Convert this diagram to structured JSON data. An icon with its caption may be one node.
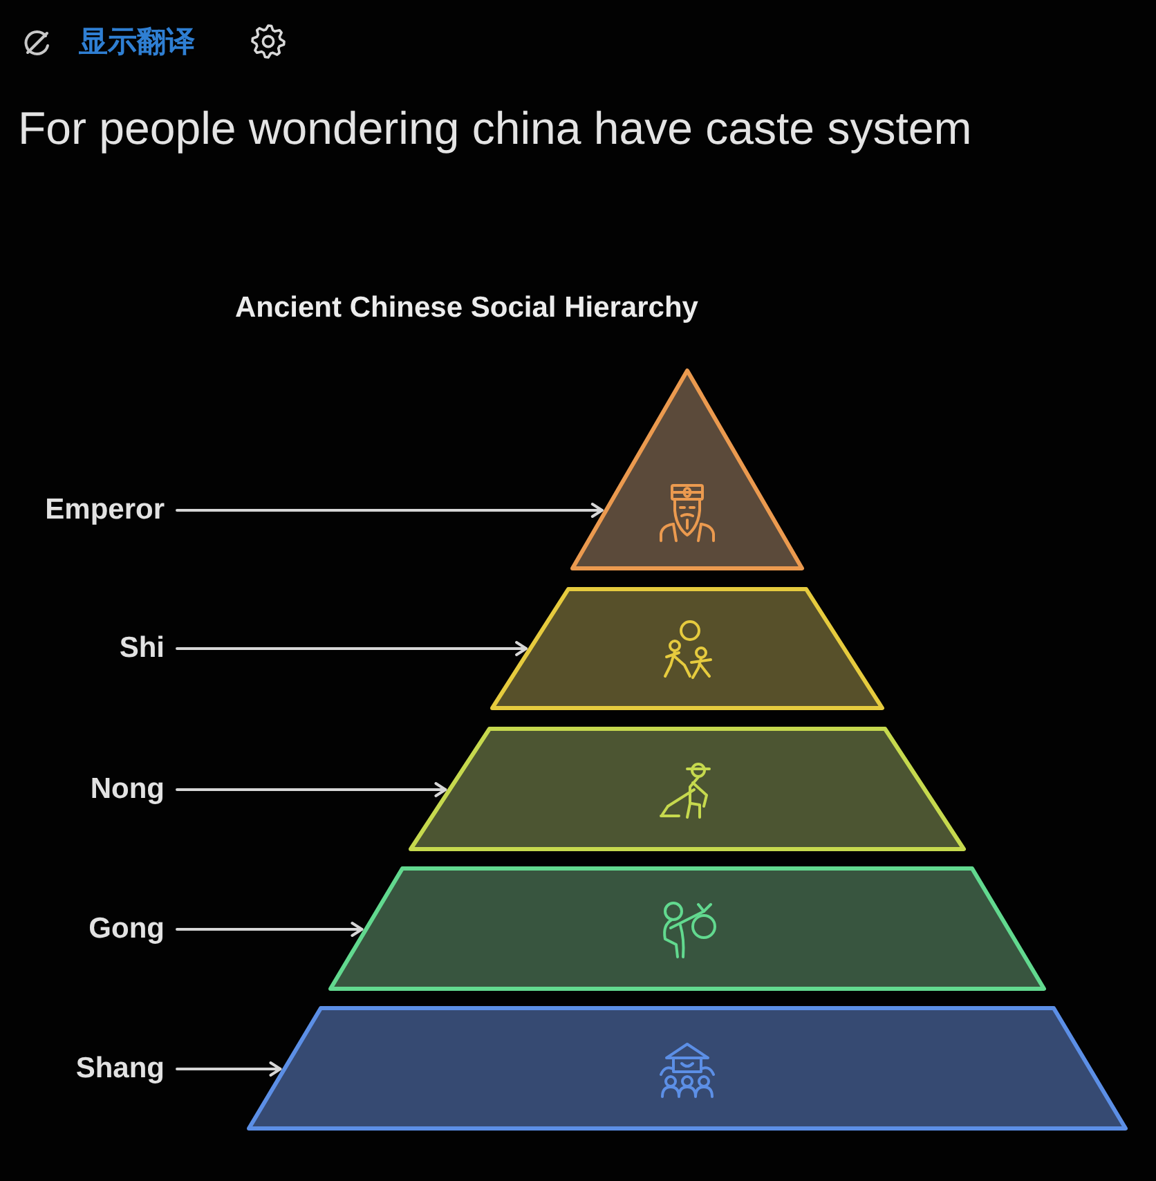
{
  "diagram": {
    "title": "Ancient Chinese Social Hierarchy",
    "nodes": [
      {
        "text": [
          "Emperor"
        ]
      },
      {
        "text": [],
        "shape": "triangle"
      },
      {
        "text": [
          "Shi"
        ]
      },
      {
        "text": [],
        "shape": "trapezoid"
      },
      {
        "text": [
          "Nong"
        ]
      },
      {
        "text": [],
        "shape": "trapezoid"
      },
      {
        "text": [
          "Gong"
        ]
      },
      {
        "text": [],
        "shape": "trapezoid"
      },
      {
        "text": [
          "Shang"
        ]
      },
      {
        "text": [],
        "shape": "trapezoid"
      }
    ],
    "edges": [
      {
        "from": 0,
        "to": 1,
        "arrow": "to"
      },
      {
        "from": 2,
        "to": 3,
        "arrow": "to"
      },
      {
        "from": 4,
        "to": 5,
        "arrow": "to"
      },
      {
        "from": 6,
        "to": 7,
        "arrow": "to"
      },
      {
        "from": 8,
        "to": 9,
        "arrow": "to"
      }
    ],
    "labels": [
      "显示翻译",
      "For people wondering china have caste system"
    ]
  }
}
